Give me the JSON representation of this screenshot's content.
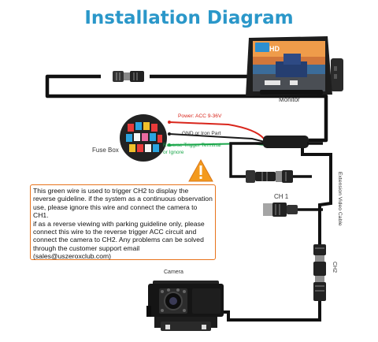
{
  "title": "Installation Diagram",
  "labels": {
    "monitor": "Monitor",
    "hd": "HD",
    "fuse_box": "Fuse Box",
    "power": "Power: ACC 9-36V",
    "gnd": "GND or Iron Part",
    "reverse_1": "Reverse Trigger Terminal",
    "reverse_2": "or Ignore",
    "ch1": "CH 1",
    "ch2": "CH2",
    "extension": "Extension Video Cable",
    "camera": "Camera"
  },
  "note": {
    "line1": "This green wire is used to trigger CH2 to display the reverse guideline. if the system as a continuous observation use, please ignore this wire and connect the camera to CH1.",
    "line2": "if as a reverse viewing with parking guideline only, please connect this wire to the reverse trigger ACC circuit and connect the camera to CH2. Any problems can be solved through the customer support email (sales@uszeroxclub.com)"
  },
  "colors": {
    "title": "#2a97c9",
    "power_wire": "#d9261c",
    "gnd_wire": "#1a1a1a",
    "trigger_wire": "#1aa64a",
    "note_border": "#e8731c",
    "warning": "#f39a1e"
  }
}
